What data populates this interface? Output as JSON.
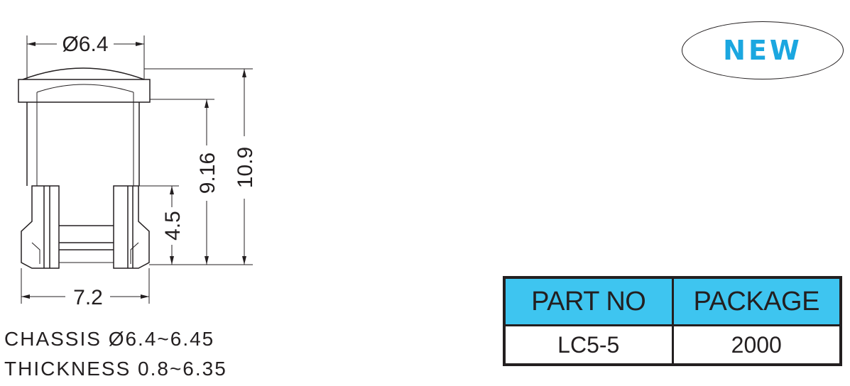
{
  "drawing": {
    "dim_diameter": "Ø6.4",
    "dim_height_total": "10.9",
    "dim_height_body": "9.16",
    "dim_height_leg": "4.5",
    "dim_width_base": "7.2"
  },
  "specs": {
    "line1": "CHASSIS  Ø6.4~6.45",
    "line2": "THICKNESS  0.8~6.35"
  },
  "badge": {
    "label": "NEW"
  },
  "table": {
    "headers": [
      "PART NO",
      "PACKAGE"
    ],
    "rows": [
      [
        "LC5-5",
        "2000"
      ]
    ]
  },
  "colors": {
    "line": "#231f20",
    "badge_text": "#1ba7e0",
    "table_header_bg": "#3ec5f0"
  }
}
